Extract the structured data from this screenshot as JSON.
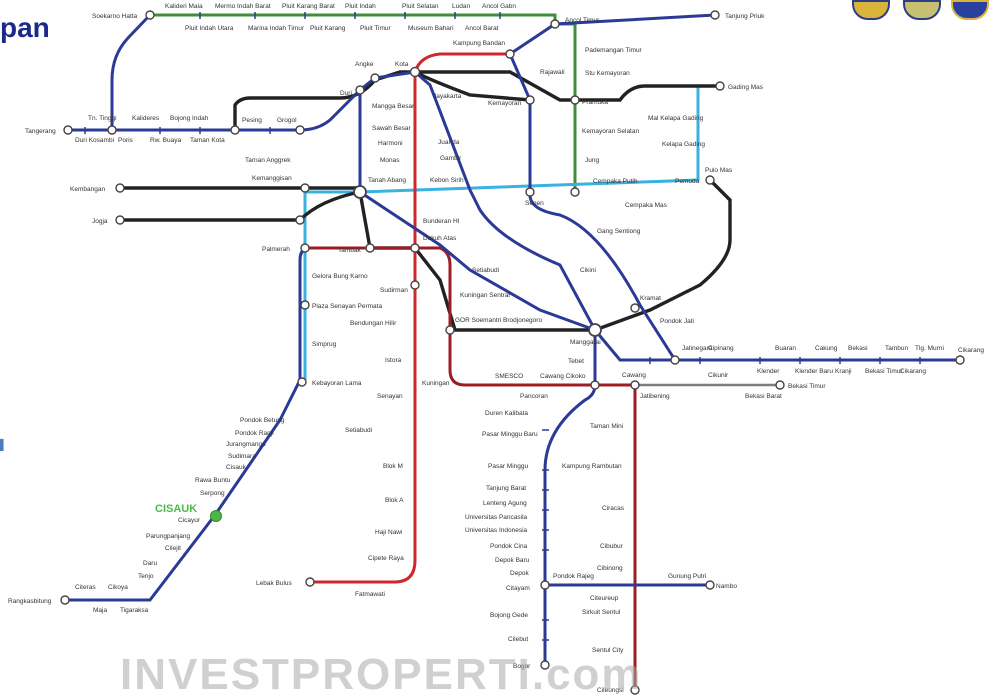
{
  "title": "pan",
  "watermark": "INVESTPROPERTI.com",
  "highlight": "CISAUK",
  "colors": {
    "blue": "#2a3a96",
    "red": "#d0272c",
    "darkred": "#9e1d24",
    "black": "#222222",
    "cyan": "#39b2e0",
    "green": "#3f8f3a",
    "grey": "#7d7d7d",
    "highlight": "#4cb848"
  },
  "logos": [
    "seal-icon",
    "seal-icon",
    "seal-icon"
  ],
  "stations": {
    "terminals": [
      "Soekarno Hatta",
      "Tanjung Priuk",
      "Tangerang",
      "Duri Kosambi",
      "Kembangan",
      "Jogja",
      "Cikarang",
      "Bekasi Timur",
      "Lebak Bulus",
      "Rangkasbitung",
      "Nambo",
      "Bogor",
      "Jatinegara",
      "Gunung Putri"
    ],
    "top_row": [
      "Kalideri Mala",
      "Mermo Indah Barat",
      "Pluit Karang Barat",
      "Pluit Indah",
      "Pluit Selatan",
      "Ludan",
      "Ancol Gabn"
    ],
    "second_row": [
      "Pluit Indah Utara",
      "Marina Indah Timur",
      "Pluit Karang",
      "Pluit Timur",
      "Museum Bahari",
      "Ancol Barat",
      "Ancol Timur"
    ],
    "north_west": [
      "Tn. Tinggi",
      "Kalideres",
      "Bojong Indah",
      "Poris",
      "Rw. Buaya",
      "Taman Kota",
      "Pesing",
      "Grogol",
      "Angke",
      "Duri",
      "Kota",
      "Kampung Bandan",
      "Rajawali",
      "Kemayoran"
    ],
    "central_north": [
      "Gambir",
      "Sawah Besar",
      "Mangga Besar",
      "Jayakarta",
      "Harmoni",
      "Monas",
      "Juanda",
      "Tanah Abang",
      "Kebon Sirih",
      "Cikini"
    ],
    "east": [
      "Pademangan Timur",
      "Stu Kemayoran",
      "Pramuka",
      "Kemayoran Selatan",
      "Jung",
      "Gading Mas",
      "Mal Kelapa Gading",
      "Kelapa Gading",
      "Cempaka Putih",
      "Pemuda",
      "Pulo Mas",
      "Cempaka Mas",
      "Senen",
      "Gang Sentiong",
      "Kramat",
      "Pondok Jati"
    ],
    "central": [
      "Tarnan Anggrek",
      "Kemanggisan",
      "Palmerah",
      "Bunderan HI",
      "Dukuh Atas",
      "Sudirman",
      "Kuningan Sentral",
      "GOR Soemantri Brodjonegoro",
      "Manggarai",
      "Tebet",
      "Cawang Cikoko",
      "Tambak",
      "Gelora Bung Karno",
      "Plaza Senayan Permata",
      "Simprug",
      "Kebayoran Lama",
      "Bendungan Hilir",
      "Istora",
      "Senayan",
      "Setiabudi"
    ],
    "south_red": [
      "Blok M",
      "Blok A",
      "Haji Nawi",
      "Cipete Raya",
      "Fatmawati",
      "Kuningan",
      "Pancoran",
      "SMESCO"
    ],
    "south_blue": [
      "Duren Kalibata",
      "Pasar Minggu Baru",
      "Pasar Minggu",
      "Tanjung Barat",
      "Lenteng Agung",
      "Universitas Pancasila",
      "Universitas Indonesia",
      "Pondok Cina",
      "Depok Baru",
      "Depok",
      "Citayam",
      "Bojong Gede",
      "Cilebut"
    ],
    "south_east": [
      "Taman Mini",
      "Kampung Rambutan",
      "Ciracas",
      "Cibubur",
      "Cibinong",
      "Citeureup",
      "Sirkuit Sentul",
      "Sentul City",
      "Pondok Rajeg",
      "Cileungsi"
    ],
    "east_line": [
      "Cipinang",
      "Buaran",
      "Cakung",
      "Bekasi",
      "Tambun",
      "Tlg. Murni",
      "Klender",
      "Klender Baru",
      "Kranji",
      "Bekasi Timur",
      "Cikarang",
      "Cawang",
      "Jatibening",
      "Cikunir",
      "Bekasi Barat"
    ],
    "south_west": [
      "Pondok Betung",
      "Pondok Ranji",
      "Jurangmangu",
      "Sudimara",
      "Cisauk",
      "Rawa Buntu",
      "Serpong",
      "Cicayur",
      "Parungpanjang",
      "Cilejit",
      "Daru",
      "Tenjo",
      "Tigaraksa",
      "Cikoya",
      "Maja",
      "Citeras"
    ]
  }
}
